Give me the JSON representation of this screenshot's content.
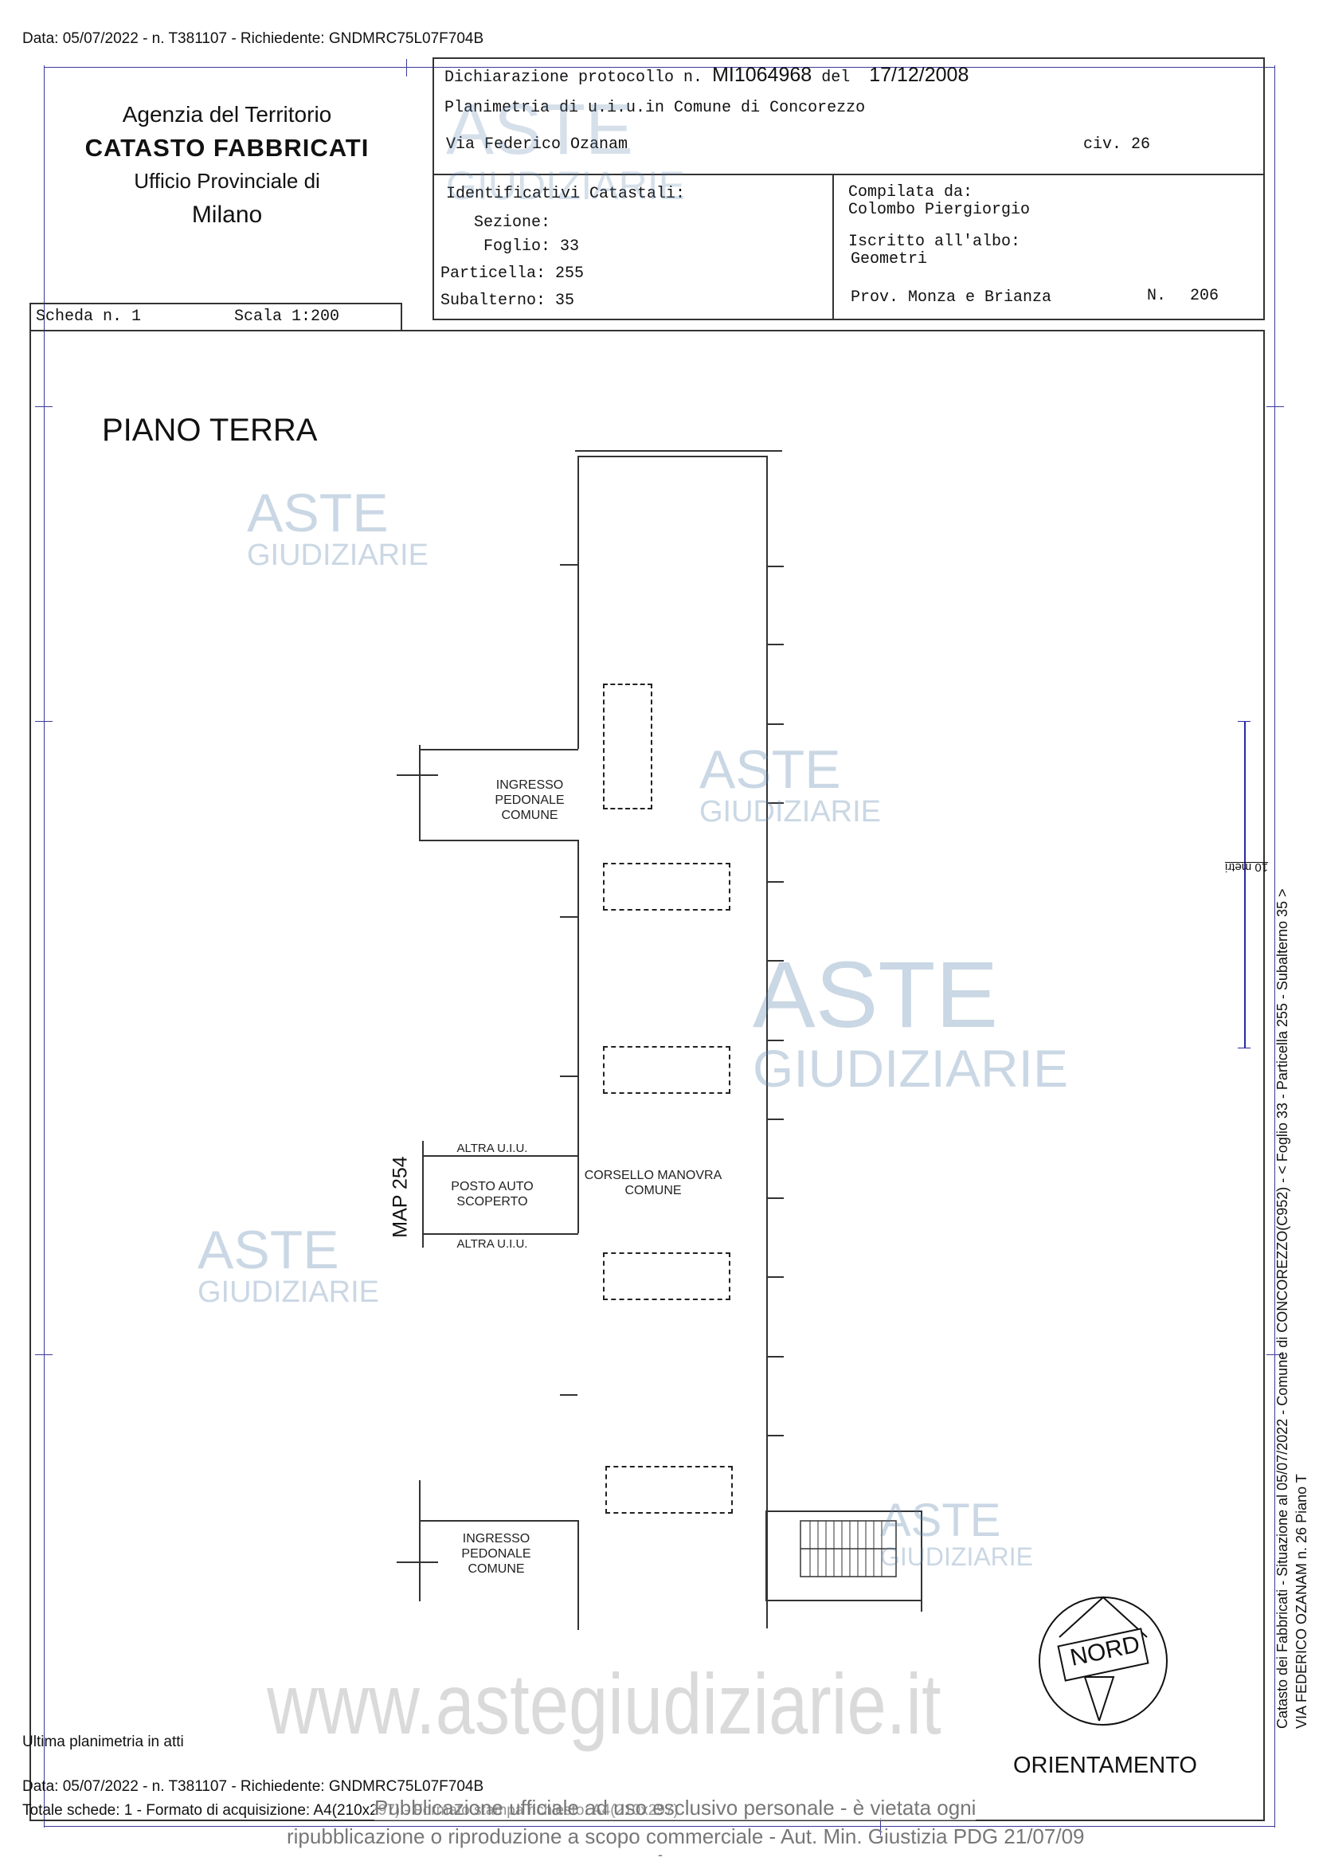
{
  "top_line": "Data: 05/07/2022 - n. T381107 - Richiedente: GNDMRC75L07F704B",
  "office": {
    "agency": "Agenzia del Territorio",
    "catasto": "CATASTO FABBRICATI",
    "ufficio": "Ufficio Provinciale di",
    "city": "Milano"
  },
  "declaration": {
    "protocol_label": "Dichiarazione protocollo n.",
    "protocol_number": "MI1064968",
    "date_label": "del",
    "date": "17/12/2008",
    "planimetria": "Planimetria di u.i.u.in Comune di Concorezzo",
    "street": "Via Federico Ozanam",
    "civ_label": "civ.",
    "civ": "26"
  },
  "identifiers": {
    "title": "Identificativi Catastali:",
    "sezione_label": "Sezione:",
    "sezione": "",
    "foglio_label": "Foglio:",
    "foglio": "33",
    "particella_label": "Particella:",
    "particella": "255",
    "subalterno_label": "Subalterno:",
    "subalterno": "35"
  },
  "compiler": {
    "compilata_label": "Compilata da:",
    "name": "Colombo Piergiorgio",
    "albo_label": "Iscritto all'albo:",
    "albo": "Geometri",
    "prov_label": "Prov.",
    "prov": "Monza e Brianza",
    "n_label": "N.",
    "n": "206"
  },
  "scheda": {
    "label": "Scheda n. 1",
    "scale": "Scala 1:200"
  },
  "plan": {
    "floor_title": "PIANO TERRA",
    "ingresso_top": [
      "INGRESSO",
      "PEDONALE",
      "COMUNE"
    ],
    "ingresso_bottom": [
      "INGRESSO",
      "PEDONALE",
      "COMUNE"
    ],
    "altra_uiu_top": "ALTRA U.I.U.",
    "altra_uiu_bottom": "ALTRA U.I.U.",
    "posto_auto": [
      "POSTO AUTO",
      "SCOPERTO"
    ],
    "corsello": [
      "CORSELLO MANOVRA",
      "COMUNE"
    ],
    "map_label": "MAP 254",
    "scale_bar": "10 metri"
  },
  "compass": {
    "nord": "NORD",
    "orientamento": "ORIENTAMENTO"
  },
  "side_text": {
    "line1": "Catasto dei Fabbricati - Situazione al 05/07/2022 - Comune di CONCOREZZO(C952) - <  Foglio 33 - Particella 255 - Subalterno 35 >",
    "line2": "VIA FEDERICO OZANAM n. 26 Piano T"
  },
  "footer": {
    "ultima": "Ultima planimetria in atti",
    "data_line": "Data: 05/07/2022 - n. T381107 - Richiedente: GNDMRC75L07F704B",
    "totale": "Totale schede: 1 - Formato di acquisizione: A4(210x297) - Formato stampa richiesto: A4(210x297)",
    "pub_line1": "Pubblicazione ufficiale ad uso esclusivo personale - è vietata ogni",
    "pub_line2": "ripubblicazione o riproduzione a scopo commerciale - Aut. Min. Giustizia PDG 21/07/09",
    "dash": "-"
  },
  "watermarks": {
    "aste": "ASTE",
    "giudiziarie": "GIUDIZIARIE",
    "site": "www.astegiudiziarie.it"
  }
}
